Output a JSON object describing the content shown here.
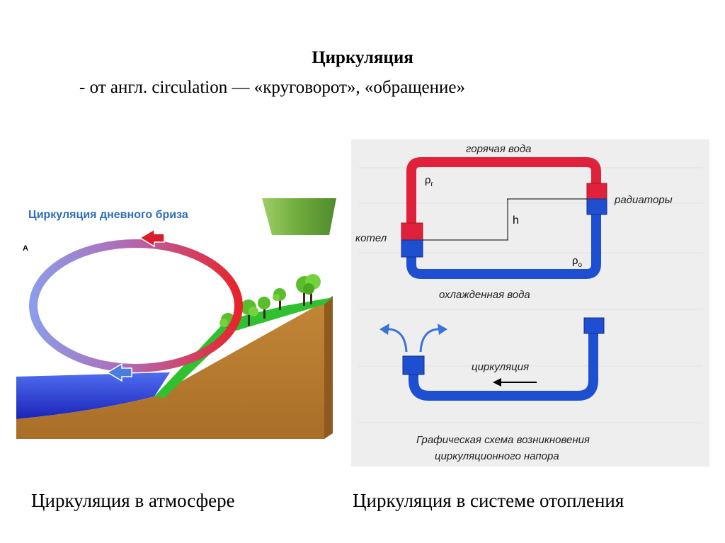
{
  "header": {
    "title": "Циркуляция",
    "subtitle": "- от англ. circulation — «круговорот», «обращение»"
  },
  "left_figure": {
    "title": "Циркуляция дневного бриза",
    "marker": "A",
    "caption": "Циркуляция в атмосфере",
    "colors": {
      "title": "#2e6fb7",
      "water": "#2a36d6",
      "land": "#b6782d",
      "grass": "#2fc12f",
      "trees": "#5bbd2c",
      "loop_warm": "#e8242a",
      "loop_cool": "#8c9ce8"
    }
  },
  "right_figure": {
    "labels": {
      "hot_water": "горячая вода",
      "radiators": "радиаторы",
      "boiler": "котел",
      "cooled_water": "охлажденная вода",
      "rho_hot": "ρ",
      "rho_hot_sub": "г",
      "rho_cold": "ρ",
      "rho_cold_sub": "о",
      "height": "h",
      "circulation": "циркуляция",
      "scheme_line1": "Графическая схема возникновения",
      "scheme_line2": "циркуляционного напора"
    },
    "caption": "Циркуляция в системе отопления",
    "colors": {
      "hot_pipe": "#e0213b",
      "cold_pipe": "#1f4fd1",
      "background": "#eeeeee"
    }
  }
}
